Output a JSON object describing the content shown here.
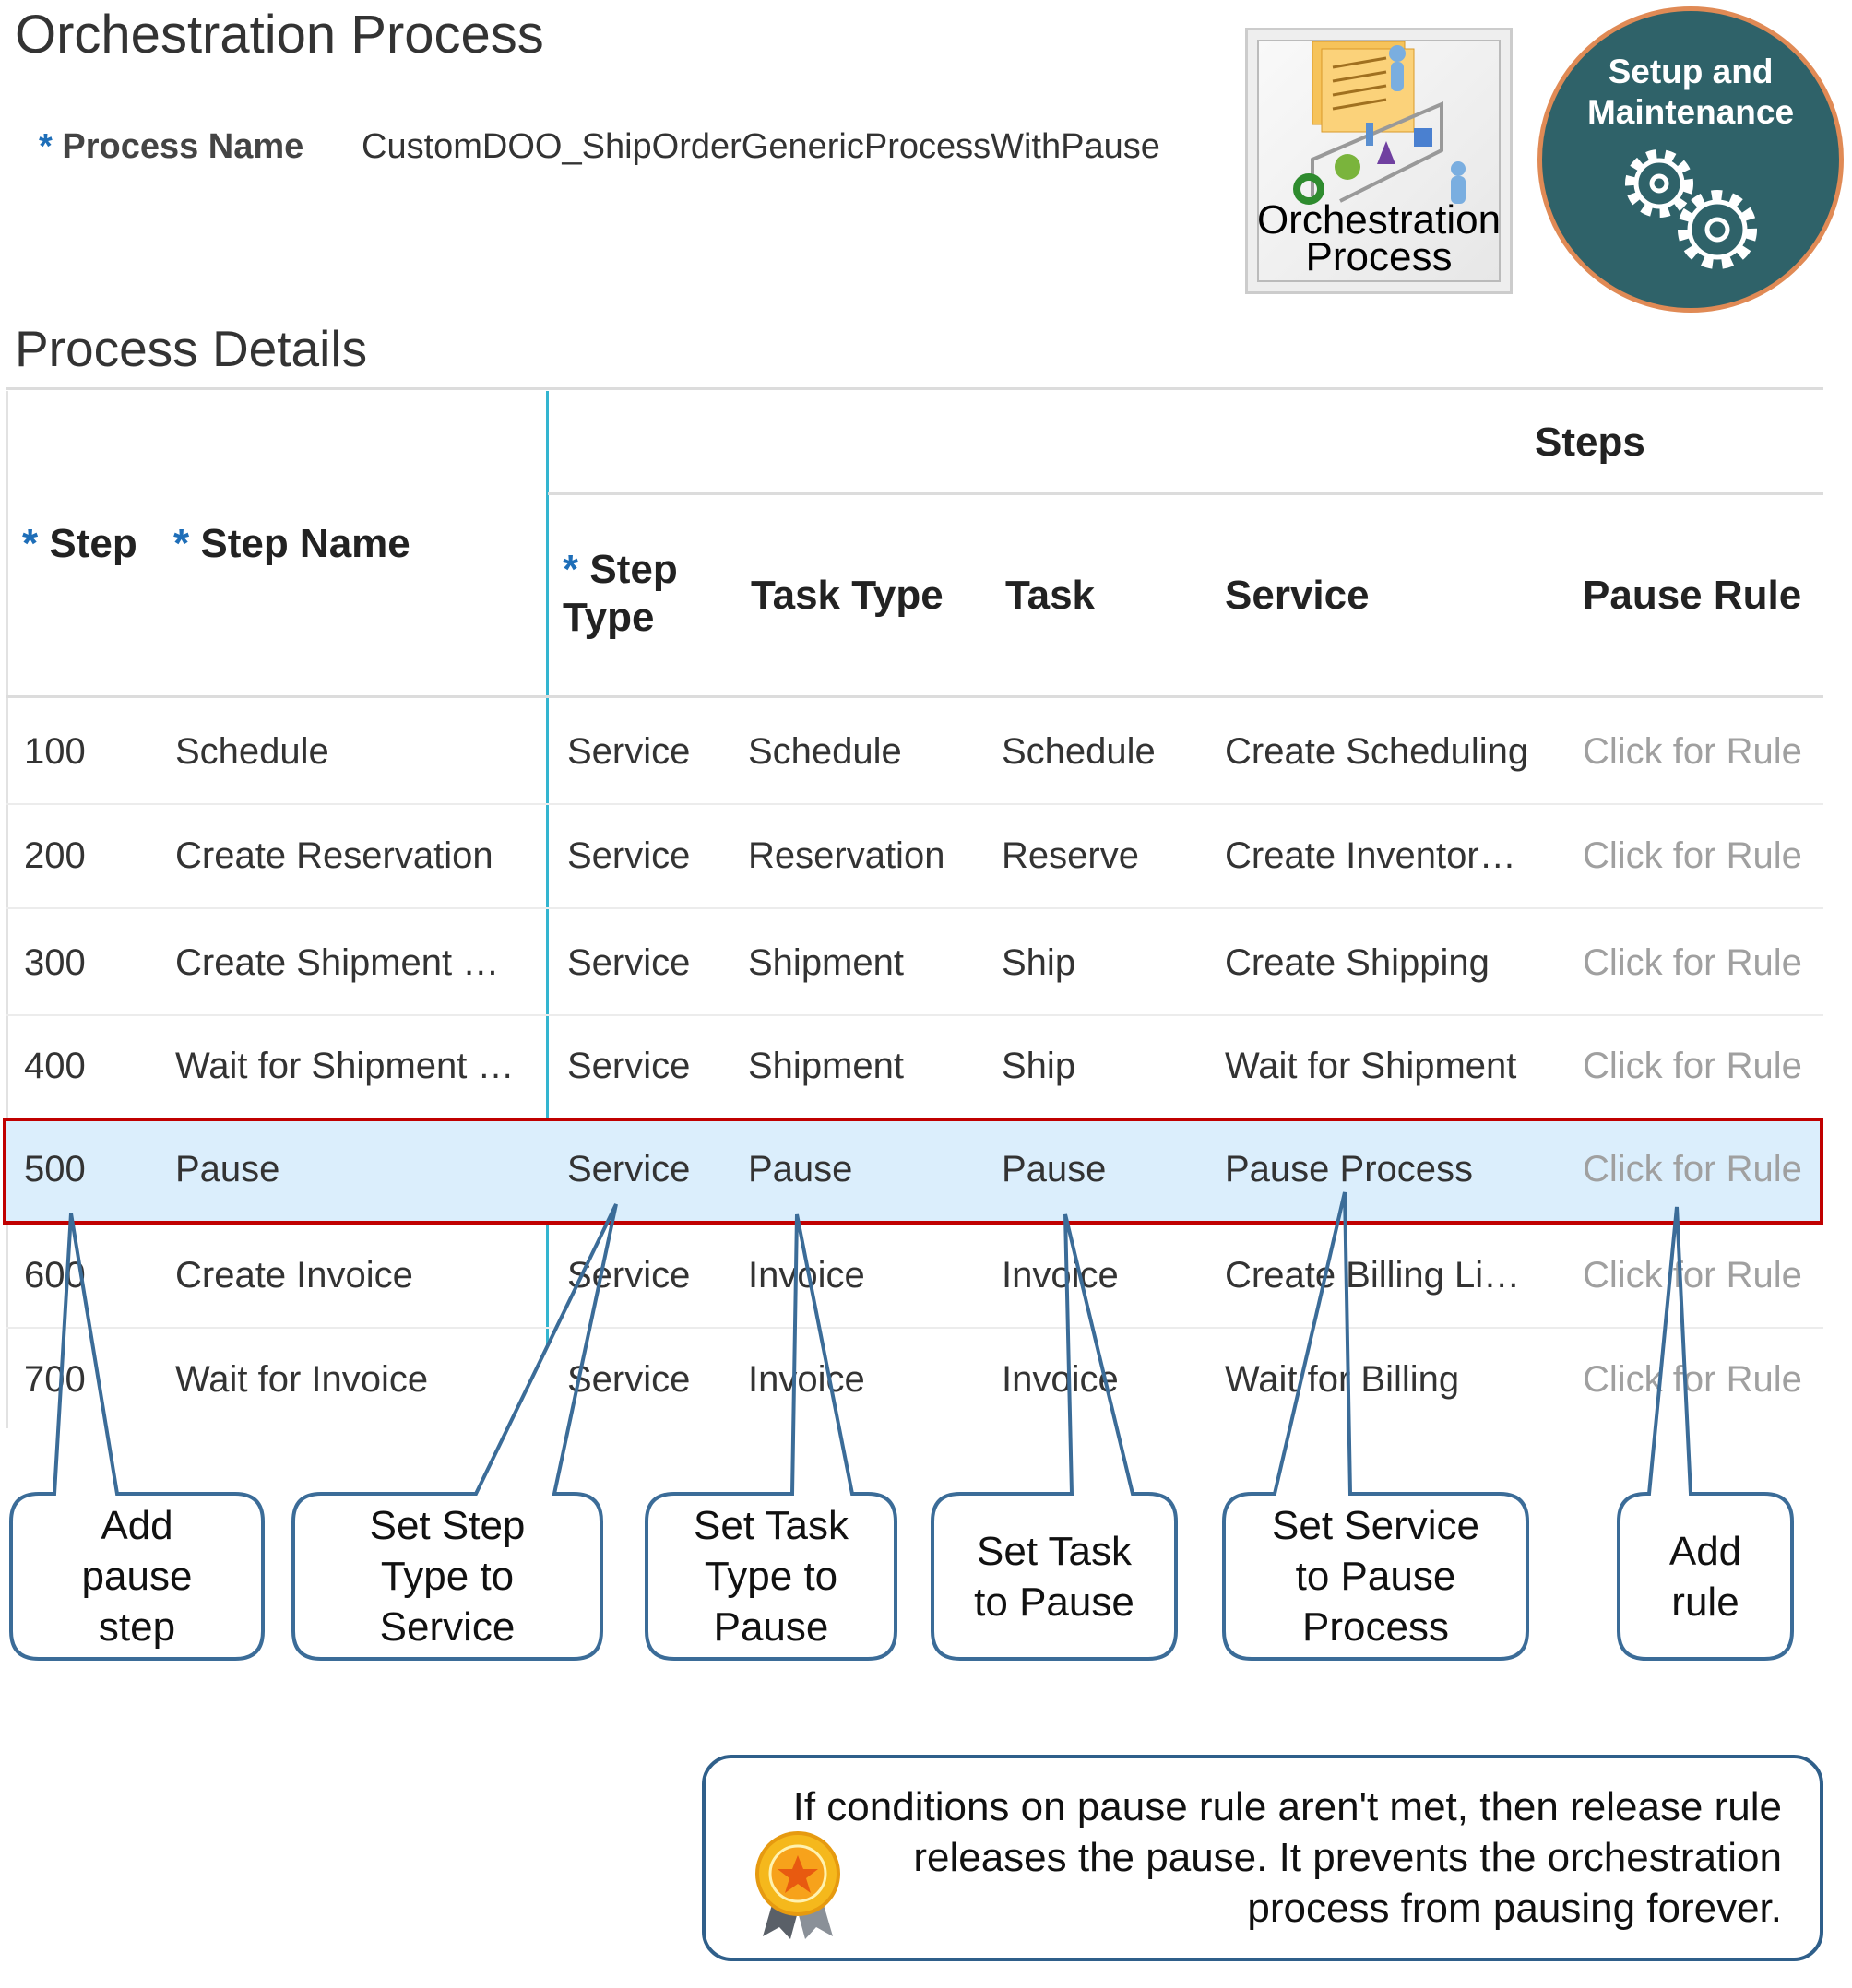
{
  "header": {
    "title": "Orchestration Process",
    "process_name_label": "Process Name",
    "required_marker": "*",
    "process_name_value": "CustomDOO_ShipOrderGenericProcessWithPause"
  },
  "badges": {
    "orchestration_icon_label_line1": "Orchestration",
    "orchestration_icon_label_line2": "Process",
    "setup_label_line1": "Setup and",
    "setup_label_line2": "Maintenance",
    "setup_icon": "gears-icon",
    "setup_circle_color": "#2f6269",
    "setup_border_color": "#e08a55"
  },
  "section": {
    "title": "Process Details"
  },
  "table": {
    "group_header": "Steps",
    "columns": {
      "step": "Step",
      "step_name": "Step Name",
      "step_type_1": "Step",
      "step_type_2": "Type",
      "task_type": "Task Type",
      "task": "Task",
      "service": "Service",
      "pause_rule": "Pause Rule"
    },
    "rows": [
      {
        "step": "100",
        "name": "Schedule",
        "step_type": "Service",
        "task_type": "Schedule",
        "task": "Schedule",
        "service": "Create Scheduling",
        "rule": "Click for Rule"
      },
      {
        "step": "200",
        "name": "Create Reservation",
        "step_type": "Service",
        "task_type": "Reservation",
        "task": "Reserve",
        "service": "Create Inventor…",
        "rule": "Click for Rule"
      },
      {
        "step": "300",
        "name": "Create Shipment …",
        "step_type": "Service",
        "task_type": "Shipment",
        "task": "Ship",
        "service": "Create Shipping",
        "rule": "Click for Rule"
      },
      {
        "step": "400",
        "name": "Wait for Shipment …",
        "step_type": "Service",
        "task_type": "Shipment",
        "task": "Ship",
        "service": "Wait for Shipment",
        "rule": "Click for Rule"
      },
      {
        "step": "500",
        "name": "Pause",
        "step_type": "Service",
        "task_type": "Pause",
        "task": "Pause",
        "service": "Pause Process",
        "rule": "Click for Rule"
      },
      {
        "step": "600",
        "name": "Create Invoice",
        "step_type": "Service",
        "task_type": "Invoice",
        "task": "Invoice",
        "service": "Create Billing Li…",
        "rule": "Click for Rule"
      },
      {
        "step": "700",
        "name": "Wait for Invoice",
        "step_type": "Service",
        "task_type": "Invoice",
        "task": "Invoice",
        "service": "Wait for Billing",
        "rule": "Click for Rule"
      }
    ],
    "selected_row": 4,
    "highlight_color": "#c00000",
    "selected_fill": "#dbeefc"
  },
  "callouts": [
    {
      "lines": [
        "Add",
        "pause",
        "step"
      ]
    },
    {
      "lines": [
        "Set Step",
        "Type to",
        "Service"
      ]
    },
    {
      "lines": [
        "Set Task",
        "Type to",
        "Pause"
      ]
    },
    {
      "lines": [
        "Set Task",
        "to Pause"
      ]
    },
    {
      "lines": [
        "Set Service",
        "to Pause",
        "Process"
      ]
    },
    {
      "lines": [
        "Add",
        "rule"
      ]
    }
  ],
  "note": {
    "icon": "award-medal-icon",
    "line1": "If conditions on pause rule aren't met, then release rule",
    "line2": "releases the pause. It prevents the orchestration",
    "line3": "process from pausing forever."
  }
}
